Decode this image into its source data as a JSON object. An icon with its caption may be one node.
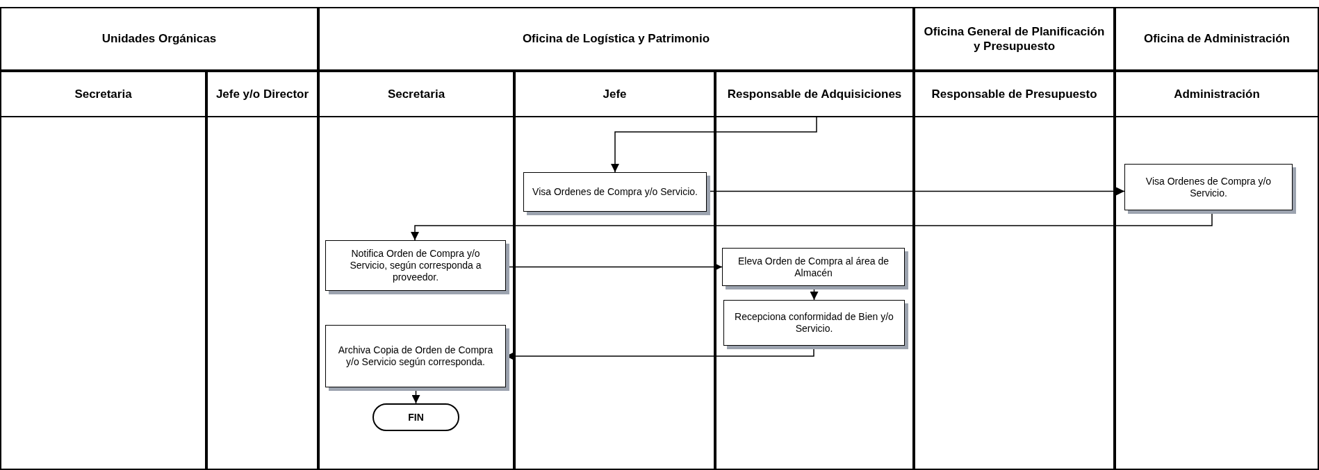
{
  "diagram": {
    "nodes": [
      {
        "text": [
          "Unidades Orgánicas"
        ]
      },
      {
        "text": [
          "Oficina de Logística y Patrimonio"
        ]
      },
      {
        "text": [
          "Oficina General de Planificación y Presupuesto"
        ]
      },
      {
        "text": [
          "Oficina de Administración"
        ]
      },
      {
        "text": [
          "Secretaria"
        ]
      },
      {
        "text": [
          "Jefe y/o Director"
        ]
      },
      {
        "text": [
          "Secretaria"
        ]
      },
      {
        "text": [
          "Jefe"
        ]
      },
      {
        "text": [
          "Responsable de Adquisiciones"
        ]
      },
      {
        "text": [
          "Responsable de Presupuesto"
        ]
      },
      {
        "text": [
          "Administración"
        ]
      },
      {
        "text": [
          "Visa Ordenes de Compra y/o Servicio."
        ]
      },
      {
        "text": [
          "Visa Ordenes de Compra y/o Servicio."
        ]
      },
      {
        "text": [
          "Notifica Orden de Compra y/o Servicio, según corresponda a proveedor."
        ]
      },
      {
        "text": [
          "Eleva Orden de Compra al área de Almacén"
        ]
      },
      {
        "text": [
          "Recepciona conformidad de Bien y/o Servicio."
        ]
      },
      {
        "text": [
          "Archiva Copia de Orden de Compra y/o Servicio según corresponda."
        ]
      },
      {
        "text": [
          "FIN"
        ]
      }
    ],
    "edges": [
      {
        "from": 8,
        "to": 11,
        "arrow": "to"
      },
      {
        "from": 11,
        "to": 12,
        "arrow": "to"
      },
      {
        "from": 12,
        "to": 13,
        "arrow": "to"
      },
      {
        "from": 13,
        "to": 14,
        "arrow": "to"
      },
      {
        "from": 14,
        "to": 15,
        "arrow": "to"
      },
      {
        "from": 15,
        "to": 16,
        "arrow": "to"
      },
      {
        "from": 16,
        "to": 17,
        "arrow": "to"
      }
    ]
  }
}
